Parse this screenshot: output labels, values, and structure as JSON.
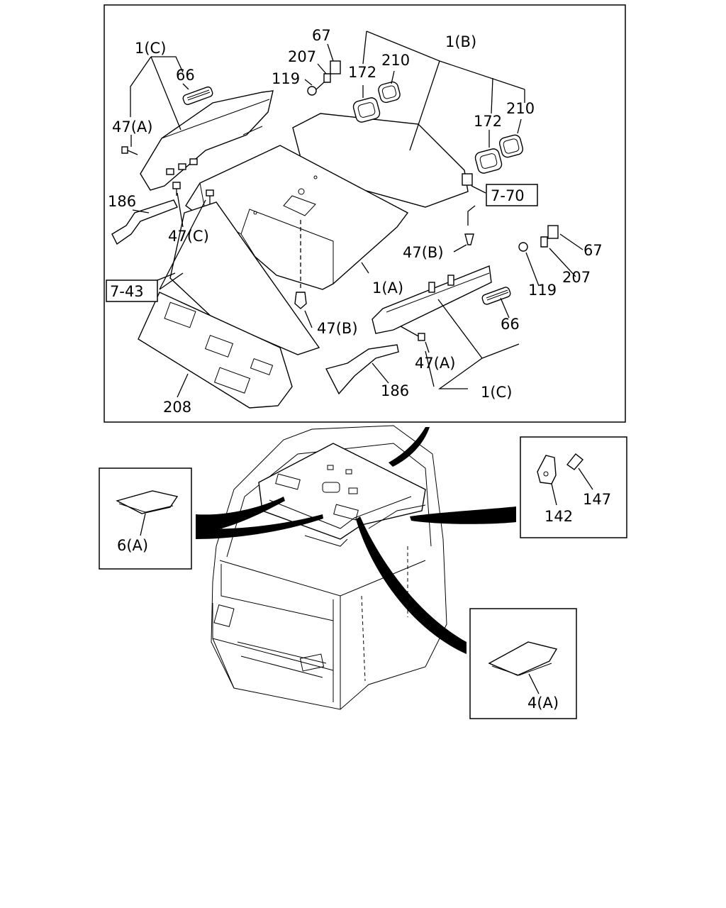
{
  "callouts": {
    "c1C_top": "1(C)",
    "c66_top": "66",
    "c47A_top": "47(A)",
    "c186_left": "186",
    "c47C": "47(C)",
    "ref743": "7-43",
    "c67_top": "67",
    "c207_top": "207",
    "c119_top": "119",
    "c172_a": "172",
    "c210_a": "210",
    "c1B": "1(B)",
    "c172_b": "172",
    "c210_b": "210",
    "ref770": "7-70",
    "c47B_right": "47(B)",
    "c1A": "1(A)",
    "c67_right": "67",
    "c207_right": "207",
    "c119_right": "119",
    "c66_right": "66",
    "c47B_low": "47(B)",
    "c47A_low": "47(A)",
    "c1C_low": "1(C)",
    "c186_low": "186",
    "c208": "208",
    "c6A": "6(A)",
    "c142": "142",
    "c147": "147",
    "c4A": "4(A)"
  }
}
